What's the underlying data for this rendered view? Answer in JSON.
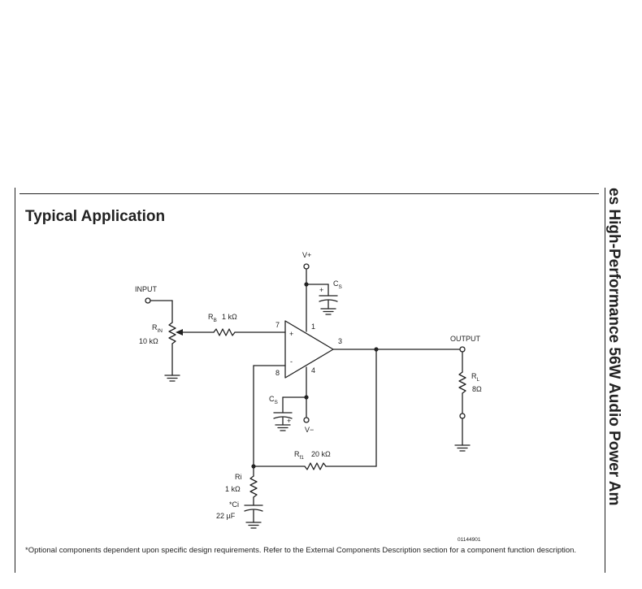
{
  "page": {
    "section_title": "Typical Application",
    "side_title": "es High-Performance 56W Audio Power Am"
  },
  "schematic": {
    "vplus": "V+",
    "vminus": "V−",
    "cs_top": {
      "main": "C",
      "sub": "S"
    },
    "cs_bottom": {
      "main": "C",
      "sub": "S"
    },
    "input": "INPUT",
    "output": "OUTPUT",
    "rin": {
      "main": "R",
      "sub": "IN",
      "value": "10 kΩ"
    },
    "rb": {
      "main": "R",
      "sub": "B",
      "value": "1 kΩ"
    },
    "rf1": {
      "main": "R",
      "sub": "f1",
      "value": "20 kΩ"
    },
    "rl": {
      "main": "R",
      "sub": "L",
      "value": "8Ω"
    },
    "ri": {
      "main": "Ri",
      "value": "1 kΩ"
    },
    "ci": {
      "main": "*Ci",
      "value": "22 µF"
    },
    "pins": {
      "p1": "1",
      "p3": "3",
      "p4": "4",
      "p7": "7",
      "p8": "8"
    },
    "plus_sign": "+",
    "minus_sign": "-",
    "cap_plus": "+"
  },
  "figure_id": "01144901",
  "footnote": "*Optional components dependent upon specific design requirements. Refer to the External Components Description section for a component function description."
}
